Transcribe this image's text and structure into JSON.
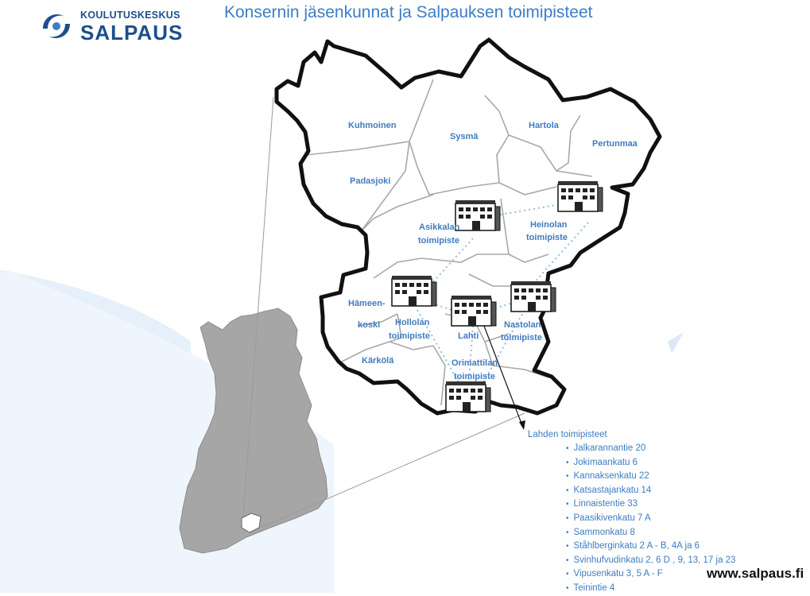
{
  "header": {
    "logo_small": "KOULUTUSKESKUS",
    "logo_main": "SALPAUS",
    "title": "Konsernin jäsenkunnat ja Salpauksen toimipisteet"
  },
  "map": {
    "municipalities": {
      "kuhmoinen": "Kuhmoinen",
      "sysma": "Sysmä",
      "hartola": "Hartola",
      "pertunmaa": "Pertunmaa",
      "padasjoki": "Padasjoki",
      "hameenkoski_1": "Hämeen-",
      "hameenkoski_2": "koski",
      "karkola": "Kärkölä"
    },
    "campuses": {
      "asikkala_1": "Asikkalan",
      "asikkala_2": "toimipiste",
      "heinola_1": "Heinolan",
      "heinola_2": "toimipiste",
      "hollola_1": "Hollolan",
      "hollola_2": "toimipiste",
      "lahti": "Lahti",
      "nastola_1": "Nastolan",
      "nastola_2": "toimipiste",
      "orimattila_1": "Orimattilan",
      "orimattila_2": "toimipiste"
    },
    "colors": {
      "border": "#111111",
      "inner_border": "#a8a8a8",
      "finland": "#a6a6a6",
      "label": "#3f7cc0",
      "dotted": "#8fbbe6"
    }
  },
  "lahti_list": {
    "heading": "Lahden toimipisteet",
    "items": [
      "Jalkarannantie 20",
      "Jokimaankatu 6",
      "Kannaksenkatu 22",
      "Katsastajankatu 14",
      "Linnaistentie 33",
      "Paasikivenkatu 7 A",
      "Sammonkatu  8",
      "Ståhlberginkatu 2 A - B, 4A ja  6",
      "Svinhufvudinkatu 2, 6 D , 9,  13,  17 ja 23",
      "Vipusenkatu 3, 5 A - F",
      "Teinintie 4"
    ]
  },
  "footer": {
    "url": "www.salpaus.fi"
  }
}
